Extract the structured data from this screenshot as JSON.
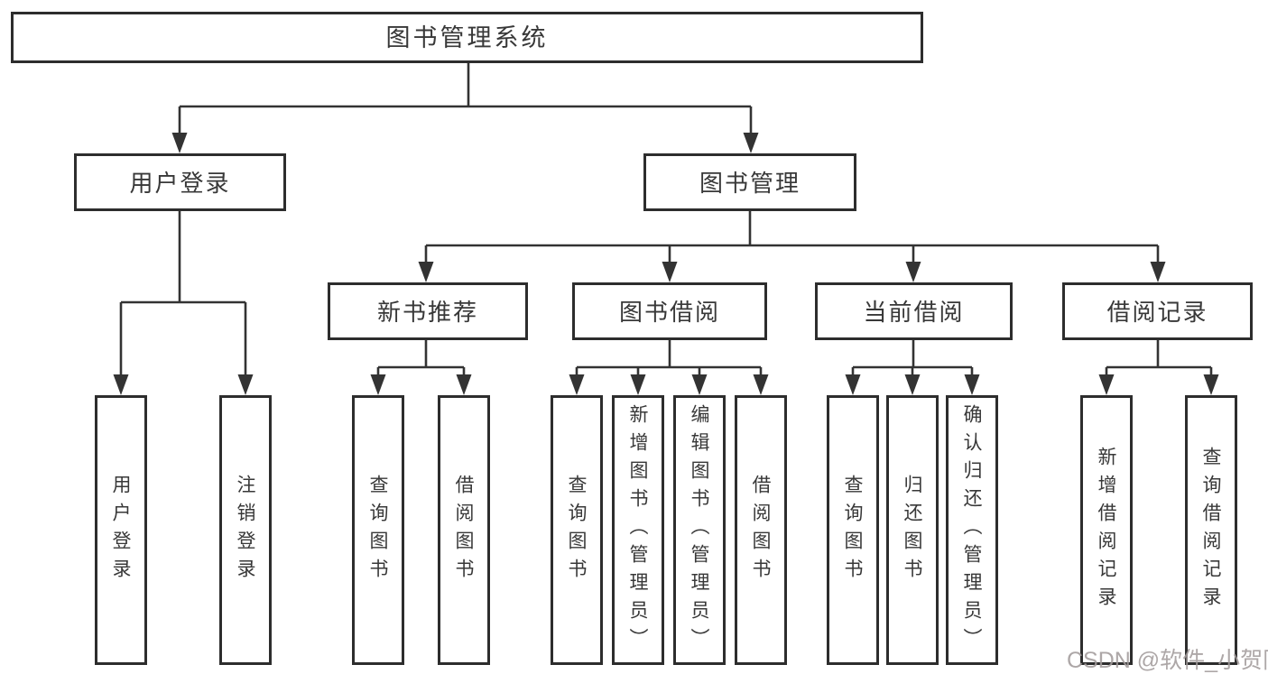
{
  "colors": {
    "line": "#333333",
    "box_border": "#2d2d2d",
    "text": "#383838",
    "watermark": "#a29b9b"
  },
  "nodes": {
    "root": "图书管理系统",
    "level2": [
      "用户登录",
      "图书管理"
    ],
    "level3": [
      "新书推荐",
      "图书借阅",
      "当前借阅",
      "借阅记录"
    ],
    "leaves_login": [
      "用户登录",
      "注销登录"
    ],
    "leaves_recommend": [
      "查询图书",
      "借阅图书"
    ],
    "leaves_borrow": [
      "查询图书",
      "新增图书（管理员）",
      "编辑图书（管理员）",
      "借阅图书"
    ],
    "leaves_current": [
      "查询图书",
      "归还图书",
      "确认归还（管理员）"
    ],
    "leaves_record": [
      "新增借阅记录",
      "查询借阅记录"
    ]
  },
  "watermark": {
    "text": "CSDN @软件_小贺同学"
  }
}
